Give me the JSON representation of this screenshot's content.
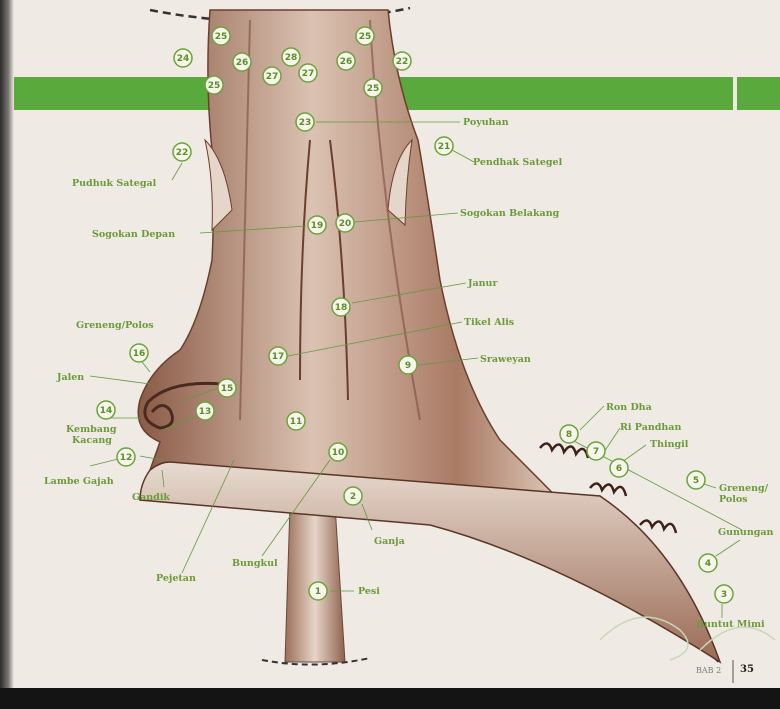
{
  "labels": {
    "poyuhan": "Poyuhan",
    "pendhak_sategel": "Pendhak Sategel",
    "pudhuk_sategal": "Pudhuk Sategal",
    "sogokan_belakang": "Sogokan Belakang",
    "sogokan_depan": "Sogokan Depan",
    "janur": "Janur",
    "tikel_alis": "Tikel Alis",
    "greneng_polos": "Greneng/Polos",
    "sraweyan": "Sraweyan",
    "jalen": "Jalen",
    "ron_dha": "Ron Dha",
    "ri_pandhan": "Ri Pandhan",
    "thingil": "Thingil",
    "greneng_polos_right_1": "Greneng/",
    "greneng_polos_right_2": "Polos",
    "kembang_kacang_1": "Kembang",
    "kembang_kacang_2": "Kacang",
    "lambe_gajah": "Lambe Gajah",
    "gunungan": "Gunungan",
    "gandik": "Gandik",
    "bungkul": "Bungkul",
    "pejetan": "Pejetan",
    "ganja": "Ganja",
    "pesi": "Pesi",
    "buntut_mimi": "Buntut Mimi"
  },
  "numbers": [
    "25",
    "24",
    "26",
    "28",
    "27",
    "27",
    "26",
    "25",
    "22",
    "25",
    "25",
    "23",
    "22",
    "21",
    "19",
    "20",
    "18",
    "16",
    "17",
    "9",
    "15",
    "14",
    "13",
    "11",
    "12",
    "10",
    "8",
    "7",
    "6",
    "5",
    "2",
    "4",
    "1",
    "3"
  ],
  "footer": {
    "chapter": "BAB 2",
    "page": "35"
  }
}
